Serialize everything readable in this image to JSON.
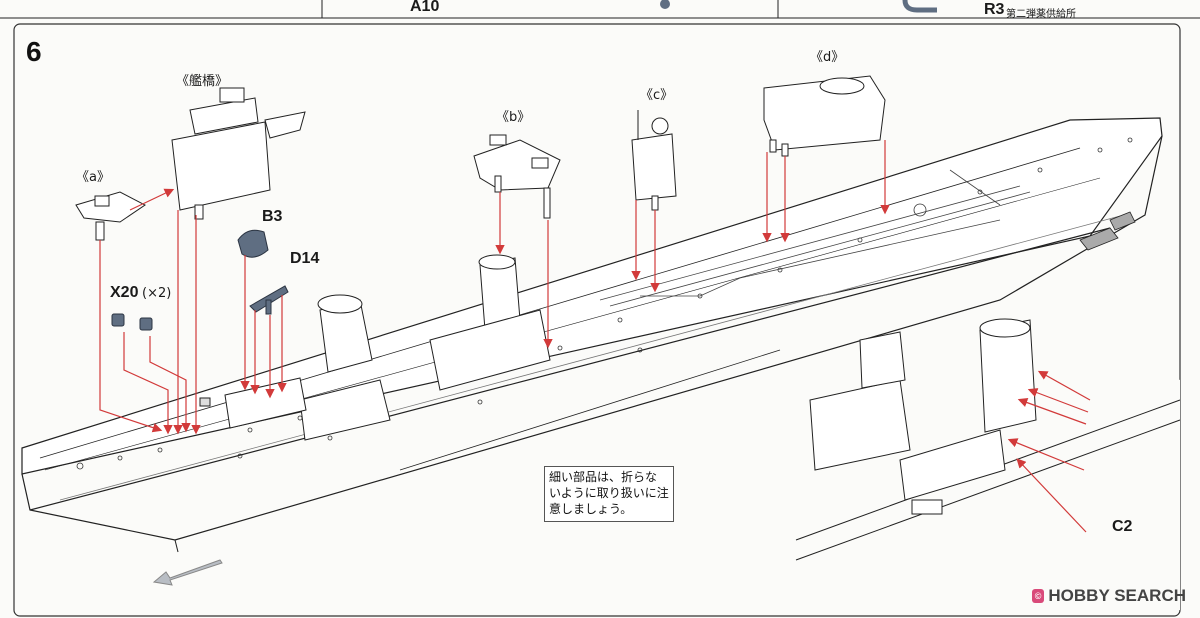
{
  "top_strip": {
    "label_a10": "A10",
    "label_r3": "R3",
    "label_r3_desc": "第二弾薬供給所"
  },
  "step_number": "6",
  "callouts": {
    "bridge": "《艦橋》",
    "a": "《a》",
    "b": "《b》",
    "c": "《c》",
    "d": "《d》"
  },
  "parts": {
    "b3": "B3",
    "d14": "D14",
    "x20": "X20",
    "x20_qty": "(×2)",
    "c2": "C2"
  },
  "note": "細い部品は、折らないように取り扱いに注意しましょう。",
  "watermark": {
    "badge": "©",
    "text": "HOBBY SEARCH"
  },
  "colors": {
    "arrow": "#d23a3a",
    "part_gray": "#5f6e82",
    "line": "#222222"
  }
}
